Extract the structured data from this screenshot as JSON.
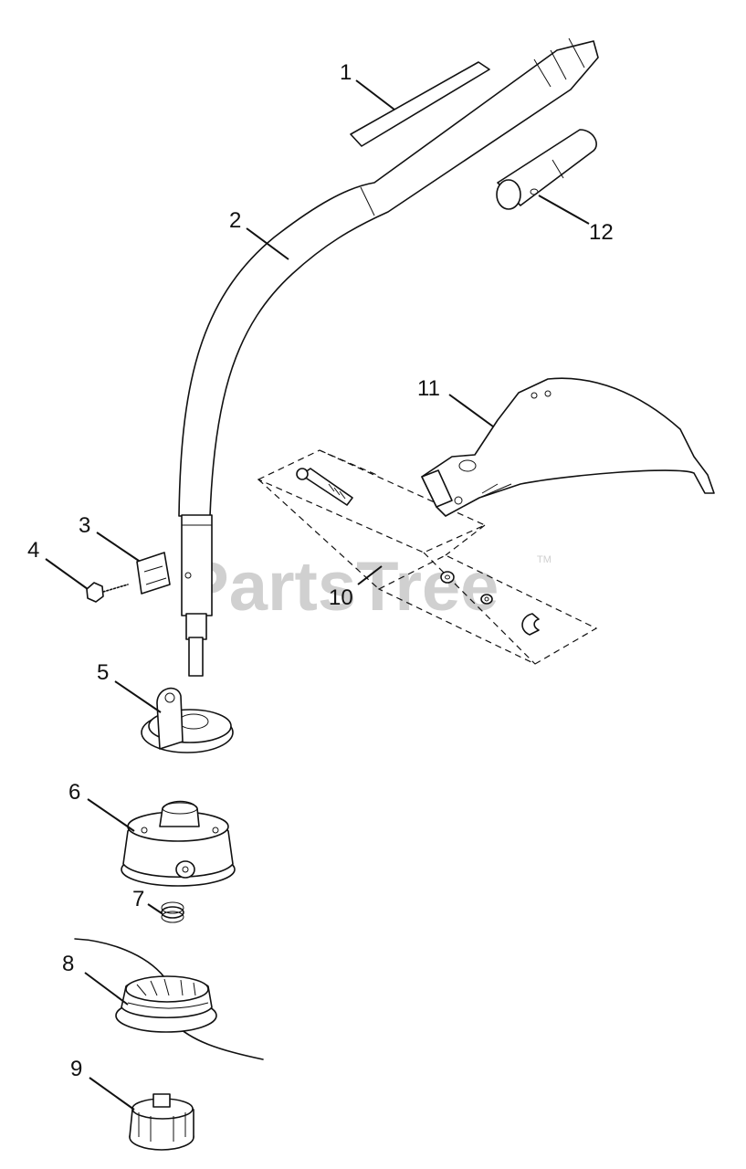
{
  "watermark": {
    "text": "PartsTree",
    "tm": "TM"
  },
  "parts": [
    {
      "id": "1",
      "label": "1"
    },
    {
      "id": "2",
      "label": "2"
    },
    {
      "id": "3",
      "label": "3"
    },
    {
      "id": "4",
      "label": "4"
    },
    {
      "id": "5",
      "label": "5"
    },
    {
      "id": "6",
      "label": "6"
    },
    {
      "id": "7",
      "label": "7"
    },
    {
      "id": "8",
      "label": "8"
    },
    {
      "id": "9",
      "label": "9"
    },
    {
      "id": "10",
      "label": "10"
    },
    {
      "id": "11",
      "label": "11"
    },
    {
      "id": "12",
      "label": "12"
    }
  ]
}
